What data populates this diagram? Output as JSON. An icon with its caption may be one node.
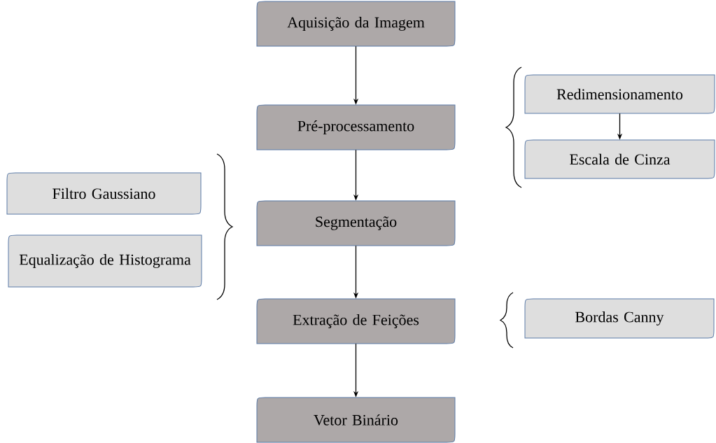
{
  "diagram": {
    "nodes": [
      {
        "text": [
          "Aquisição da Imagem"
        ]
      },
      {
        "text": [
          "Pré-processamento"
        ]
      },
      {
        "text": [
          "Segmentação"
        ]
      },
      {
        "text": [
          "Extração de Feições"
        ]
      },
      {
        "text": [
          "Vetor Binário"
        ]
      },
      {
        "text": [
          "Redimensionamento"
        ]
      },
      {
        "text": [
          "Escala de Cinza"
        ]
      },
      {
        "text": [
          "Filtro Gaussiano"
        ]
      },
      {
        "text": [
          "Equalização de Histograma"
        ]
      },
      {
        "text": [
          "Bordas Canny"
        ]
      }
    ],
    "edges": [
      {
        "from": 0,
        "to": 1,
        "arrow": "to"
      },
      {
        "from": 1,
        "to": 2,
        "arrow": "to"
      },
      {
        "from": 2,
        "to": 3,
        "arrow": "to"
      },
      {
        "from": 3,
        "to": 4,
        "arrow": "to"
      },
      {
        "from": 5,
        "to": 6,
        "arrow": "to"
      }
    ]
  }
}
